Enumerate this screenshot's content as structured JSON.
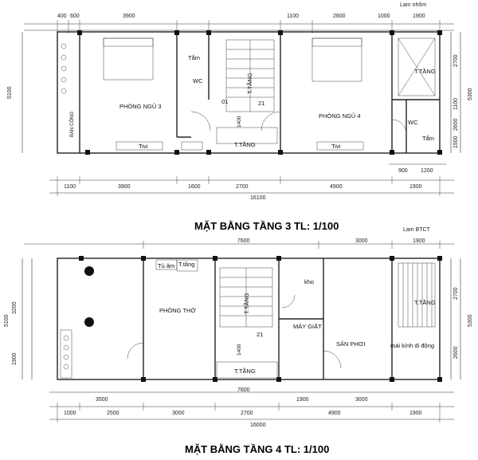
{
  "plan3": {
    "title": "MẶT BẰNG TẦNG 3 TL: 1/100",
    "top_note": "Lam nhôm",
    "top_dims": [
      "400",
      "600",
      "3900",
      "1100",
      "2800",
      "1000",
      "1900"
    ],
    "bottom_dims": [
      "1100",
      "3900",
      "1600",
      "2700",
      "4900",
      "1900"
    ],
    "bottom_total": "16100",
    "bottom_sub": [
      "900",
      "1200"
    ],
    "left_dim": "5100",
    "right_dims": [
      "2700",
      "1100",
      "2600",
      "1500",
      "5300"
    ],
    "rooms": {
      "bedroom3": "PHÒNG NGỦ 3",
      "bedroom4": "PHÒNG NGỦ 4",
      "bath_left": "Tắm",
      "wc_left": "WC",
      "stair_up": "T.TẦNG",
      "stair_down": "T.TẦNG",
      "void_right": "T.TẦNG",
      "wc_right": "WC",
      "bath_right": "Tắm",
      "tv_left": "Tivi",
      "tv_right": "Tivi",
      "balcony": "BAN CÔNG",
      "step01": "01",
      "step21": "21",
      "dim1400": "1400"
    }
  },
  "plan4": {
    "title": "MẶT BẰNG TẦNG 4  TL: 1/100",
    "top_note": "Lam BTCT",
    "top_dims": [
      "7600",
      "3000",
      "1900"
    ],
    "inner_dims": [
      "3500",
      "7600",
      "1900",
      "3000"
    ],
    "bottom_dims": [
      "1000",
      "2500",
      "3000",
      "2700",
      "4900",
      "1900"
    ],
    "bottom_total": "16000",
    "left_dims": [
      "3200",
      "1900",
      "5100"
    ],
    "right_dims": [
      "2700",
      "2600",
      "5300"
    ],
    "rooms": {
      "cabinet": "Tủ âm",
      "stair_small": "T.tầng",
      "worship": "PHÒNG THỜ",
      "storage": "kho",
      "stair_up": "T.TẦNG",
      "washer": "MÁY GIẶT",
      "drying": "SÂN PHƠI",
      "void_right": "T.TẦNG",
      "glass_roof": "mái kính di động",
      "stair_down": "T.TẦNG",
      "step21": "21",
      "dim1400": "1400"
    }
  }
}
